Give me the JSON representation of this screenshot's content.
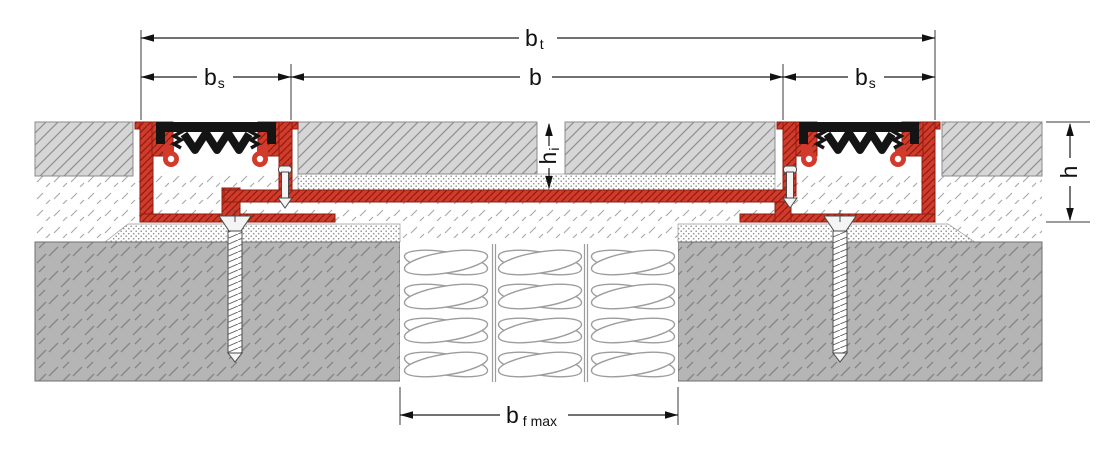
{
  "diagram": {
    "dimensions": {
      "bt": {
        "main": "b",
        "sub": "t"
      },
      "bs_left": {
        "main": "b",
        "sub": "s"
      },
      "b_inner": {
        "main": "b",
        "sub": ""
      },
      "bs_right": {
        "main": "b",
        "sub": "s"
      },
      "hi": {
        "main": "h",
        "sub": "i"
      },
      "h": {
        "main": "h",
        "sub": ""
      },
      "bf_max": {
        "main": "b",
        "sub": "f max"
      }
    }
  },
  "colors": {
    "profile_red": "#d23b2b",
    "profile_red_dark": "#8f1d10",
    "bellows_black": "#141414",
    "tile_gray": "#d6d6d6",
    "tile_hatch": "#8f8f8f",
    "concrete_gray": "#b5b5b5",
    "concrete_hatch": "#858585",
    "screed_hatch": "#a8a8a8",
    "mortar_dot": "#8e8e8e",
    "insulation_line": "#9d9d9d",
    "dim_line": "#1c1c1c"
  }
}
